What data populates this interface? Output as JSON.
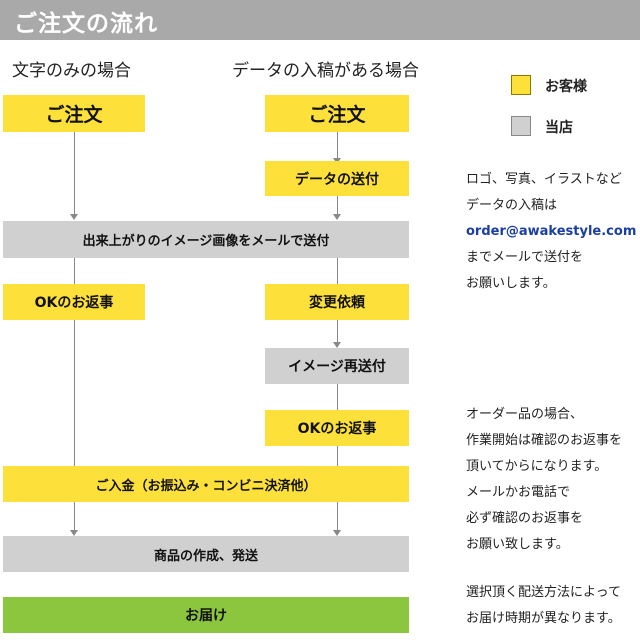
{
  "header": {
    "title": "ご注文の流れ"
  },
  "columns": {
    "text_only": "文字のみの場合",
    "with_data": "データの入稿がある場合"
  },
  "flow": {
    "order_left": "ご注文",
    "order_right": "ご注文",
    "send_data": "データの送付",
    "proof": "出来上がりのイメージ画像をメールで送付",
    "ok_left": "OKのお返事",
    "change_request": "変更依頼",
    "resend": "イメージ再送付",
    "ok_right": "OKのお返事",
    "payment": "ご入金（お振込み・コンビニ決済他）",
    "production": "商品の作成、発送",
    "delivery": "お届け"
  },
  "legend": {
    "customer": "お客様",
    "store": "当店"
  },
  "notes": {
    "data_note": [
      "ロゴ、写真、イラストなど",
      "データの入稿は",
      "order@awakestyle.com",
      "までメールで送付を",
      "お願いします。"
    ],
    "order_note": [
      "オーダー品の場合、",
      "作業開始は確認のお返事を",
      "頂いてからになります。",
      "メールかお電話で",
      "必ず確認のお返事を",
      "お願い致します。"
    ],
    "shipping_note": [
      "選択頂く配送方法によって",
      "お届け時期が異なります。"
    ]
  },
  "colors": {
    "customer": "#fde13a",
    "store": "#d0d0d0",
    "delivery": "#8cc63f",
    "header": "#a9a9a9",
    "email": "#1a3fa0"
  }
}
